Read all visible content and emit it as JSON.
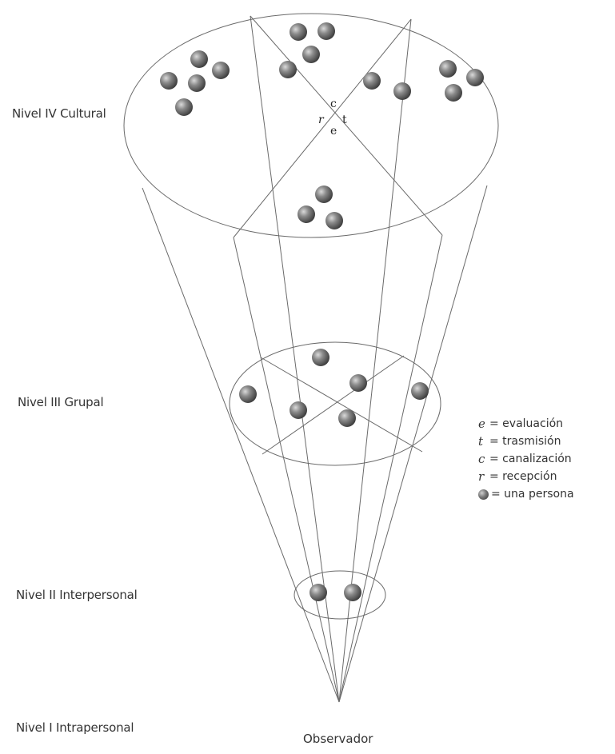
{
  "levels": {
    "cultural": "Nivel IV Cultural",
    "grupal": "Nivel III Grupal",
    "interpersonal": "Nivel II Interpersonal",
    "intrapersonal": "Nivel I Intrapersonal"
  },
  "observer": "Observador",
  "center_letters": {
    "c": "c",
    "r": "r",
    "t": "t",
    "e": "e"
  },
  "legend": [
    {
      "symbol": "e",
      "text": "= evaluación"
    },
    {
      "symbol": "t",
      "text": "= trasmisión"
    },
    {
      "symbol": "c",
      "text": "= canalización"
    },
    {
      "symbol": "r",
      "text": "= recepción"
    },
    {
      "symbol": "person-dot",
      "text": "= una persona"
    }
  ]
}
